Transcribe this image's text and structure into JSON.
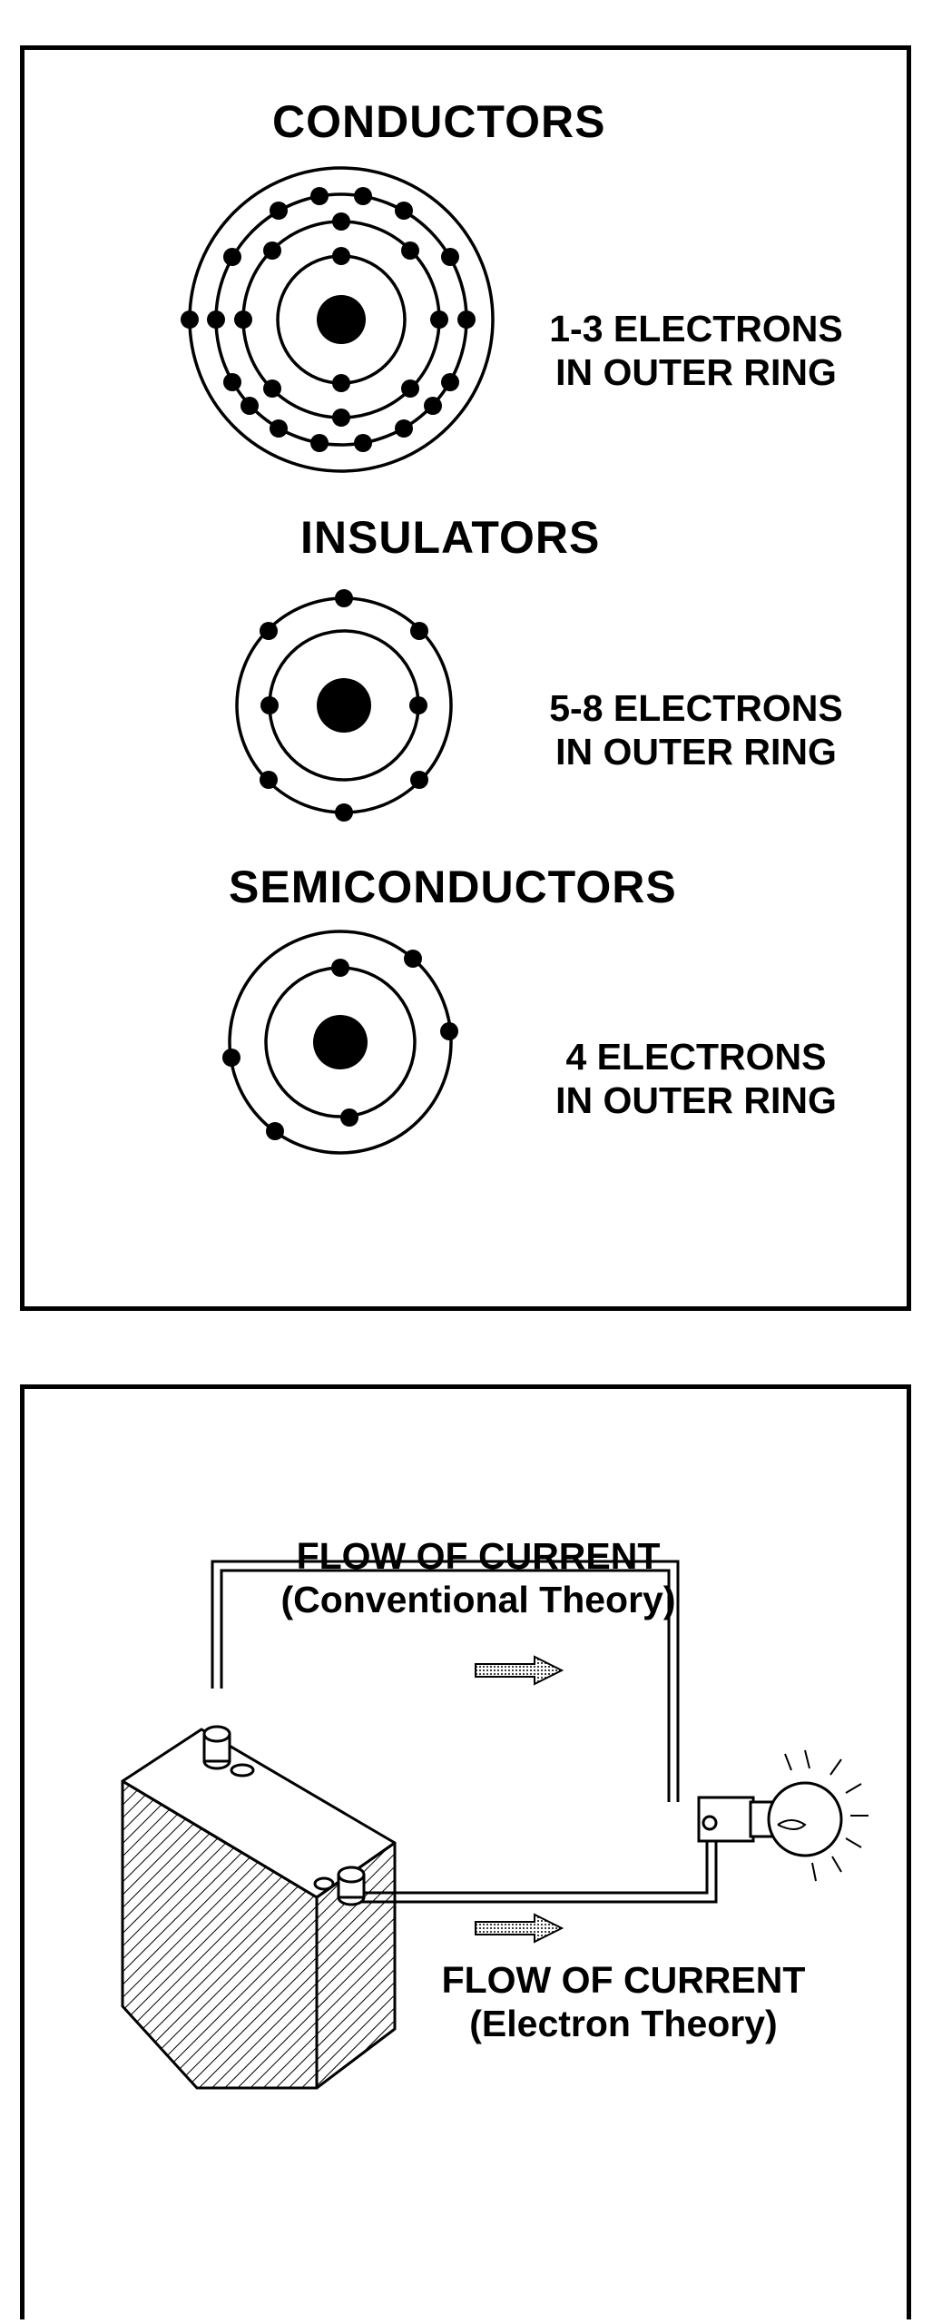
{
  "atoms_panel": {
    "conductors": {
      "title": "CONDUCTORS",
      "caption_line1": "1-3 ELECTRONS",
      "caption_line2": "IN OUTER RING"
    },
    "insulators": {
      "title": "INSULATORS",
      "caption_line1": "5-8 ELECTRONS",
      "caption_line2": "IN OUTER RING"
    },
    "semiconductors": {
      "title": "SEMICONDUCTORS",
      "caption_line1": "4 ELECTRONS",
      "caption_line2": "IN OUTER RING"
    }
  },
  "circuit_panel": {
    "conventional": {
      "line1": "FLOW OF CURRENT",
      "line2": "(Conventional Theory)"
    },
    "electron": {
      "line1": "FLOW OF CURRENT",
      "line2": "(Electron Theory)"
    }
  }
}
